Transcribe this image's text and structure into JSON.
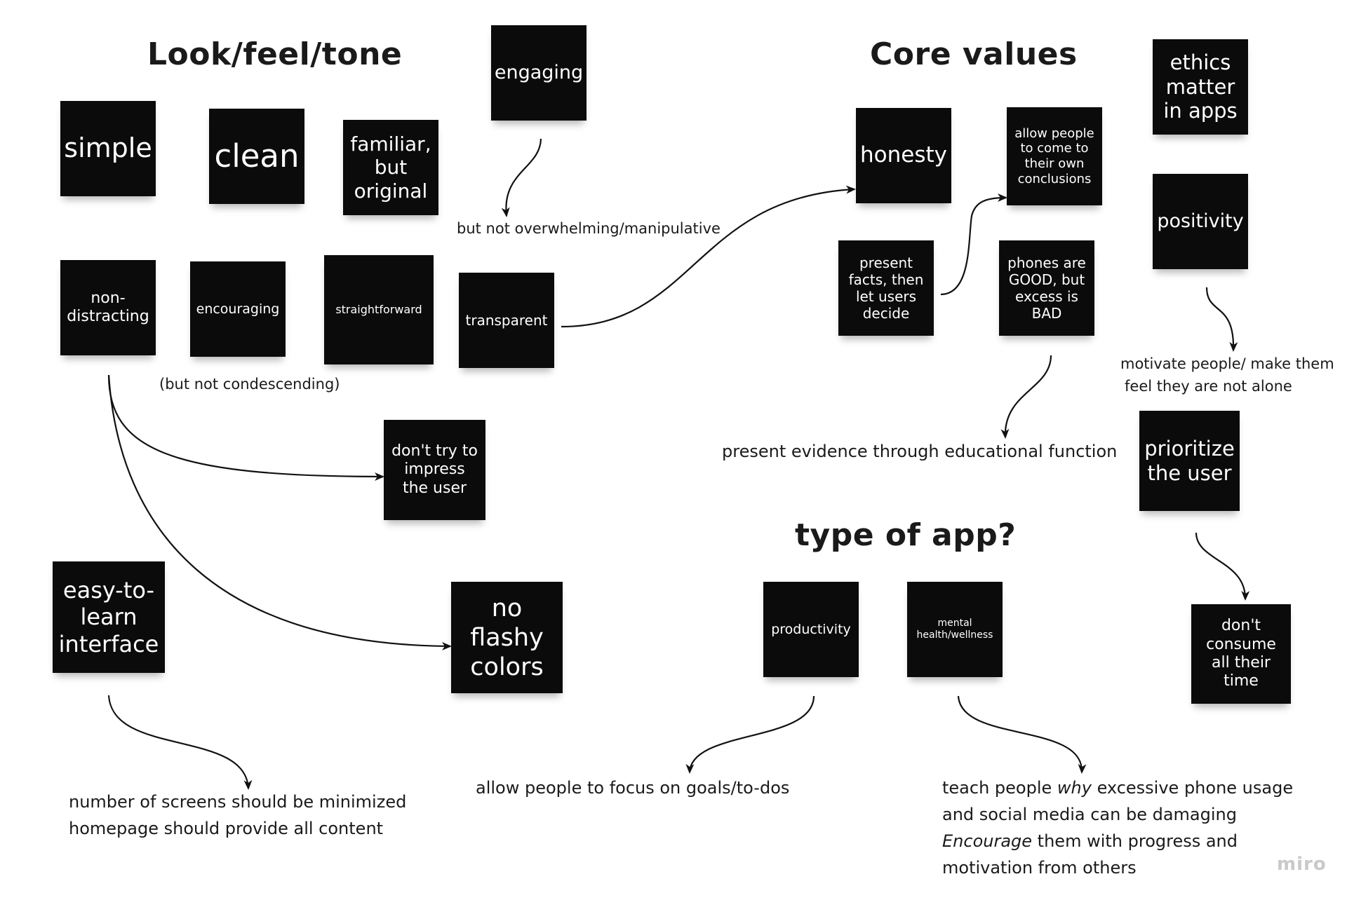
{
  "headings": {
    "look": "Look/feel/tone",
    "core": "Core values",
    "type": "type of app?"
  },
  "look_notes": {
    "simple": "simple",
    "clean": "clean",
    "familiar": "familiar, but original",
    "engaging": "engaging",
    "non_distracting": "non-distracting",
    "encouraging": "encouraging",
    "straightforward": "straightforward",
    "transparent": "transparent",
    "dont_impress": "don't try to impress the user",
    "easy_to_learn": "easy-to-learn interface",
    "no_flashy": "no flashy colors"
  },
  "core_notes": {
    "honesty": "honesty",
    "allow_conclusions": "allow people to come to their own conclusions",
    "present_facts": "present facts, then let users decide",
    "phones_good": "phones are GOOD, but excess is BAD",
    "ethics": "ethics matter in apps",
    "positivity": "positivity",
    "prioritize": "prioritize the user",
    "dont_consume": "don't consume all their time"
  },
  "type_notes": {
    "productivity": "productivity",
    "mental_health": "mental health/wellness"
  },
  "captions": {
    "not_overwhelming": "but not overwhelming/manipulative",
    "not_condescending": "(but not condescending)",
    "screens_1": "number of screens should be minimized",
    "screens_2": "homepage should provide all content",
    "evidence": "present evidence through educational function",
    "motivate_1": "motivate people/ make them",
    "motivate_2": "feel they are not alone",
    "focus": "allow people to focus on goals/to-dos",
    "teach_1a": "teach people ",
    "teach_1b": "why",
    "teach_1c": " excessive phone usage",
    "teach_2": "and social media can be damaging",
    "teach_3a": "Encourage",
    "teach_3b": " them with progress and",
    "teach_4": "motivation from others"
  },
  "watermark": "miro",
  "colors": {
    "note": "#0b0b0b",
    "note_text": "#ffffff",
    "ink": "#1a1a1a",
    "watermark": "#c9c9c9"
  }
}
